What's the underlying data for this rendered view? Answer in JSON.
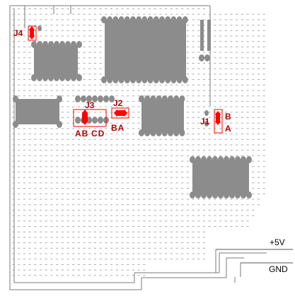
{
  "labels": {
    "j4": "J4",
    "j3": "J3",
    "j2": "J2",
    "j1": "J1",
    "j3_ab": "AB",
    "j3_cd": "CD",
    "j2_ba": "BA",
    "j1_b": "B",
    "j1_a": "A",
    "plus5v": "+5V",
    "gnd": "GND"
  },
  "colors": {
    "board_bg": "#ffffff",
    "hole": "#a9a9a9",
    "trace": "#7a7a7a",
    "pad": "#8c8c8c",
    "chip": "#8c8c8c",
    "jumper": "#ff0000",
    "label": "#b00000",
    "wire": "#555555"
  }
}
